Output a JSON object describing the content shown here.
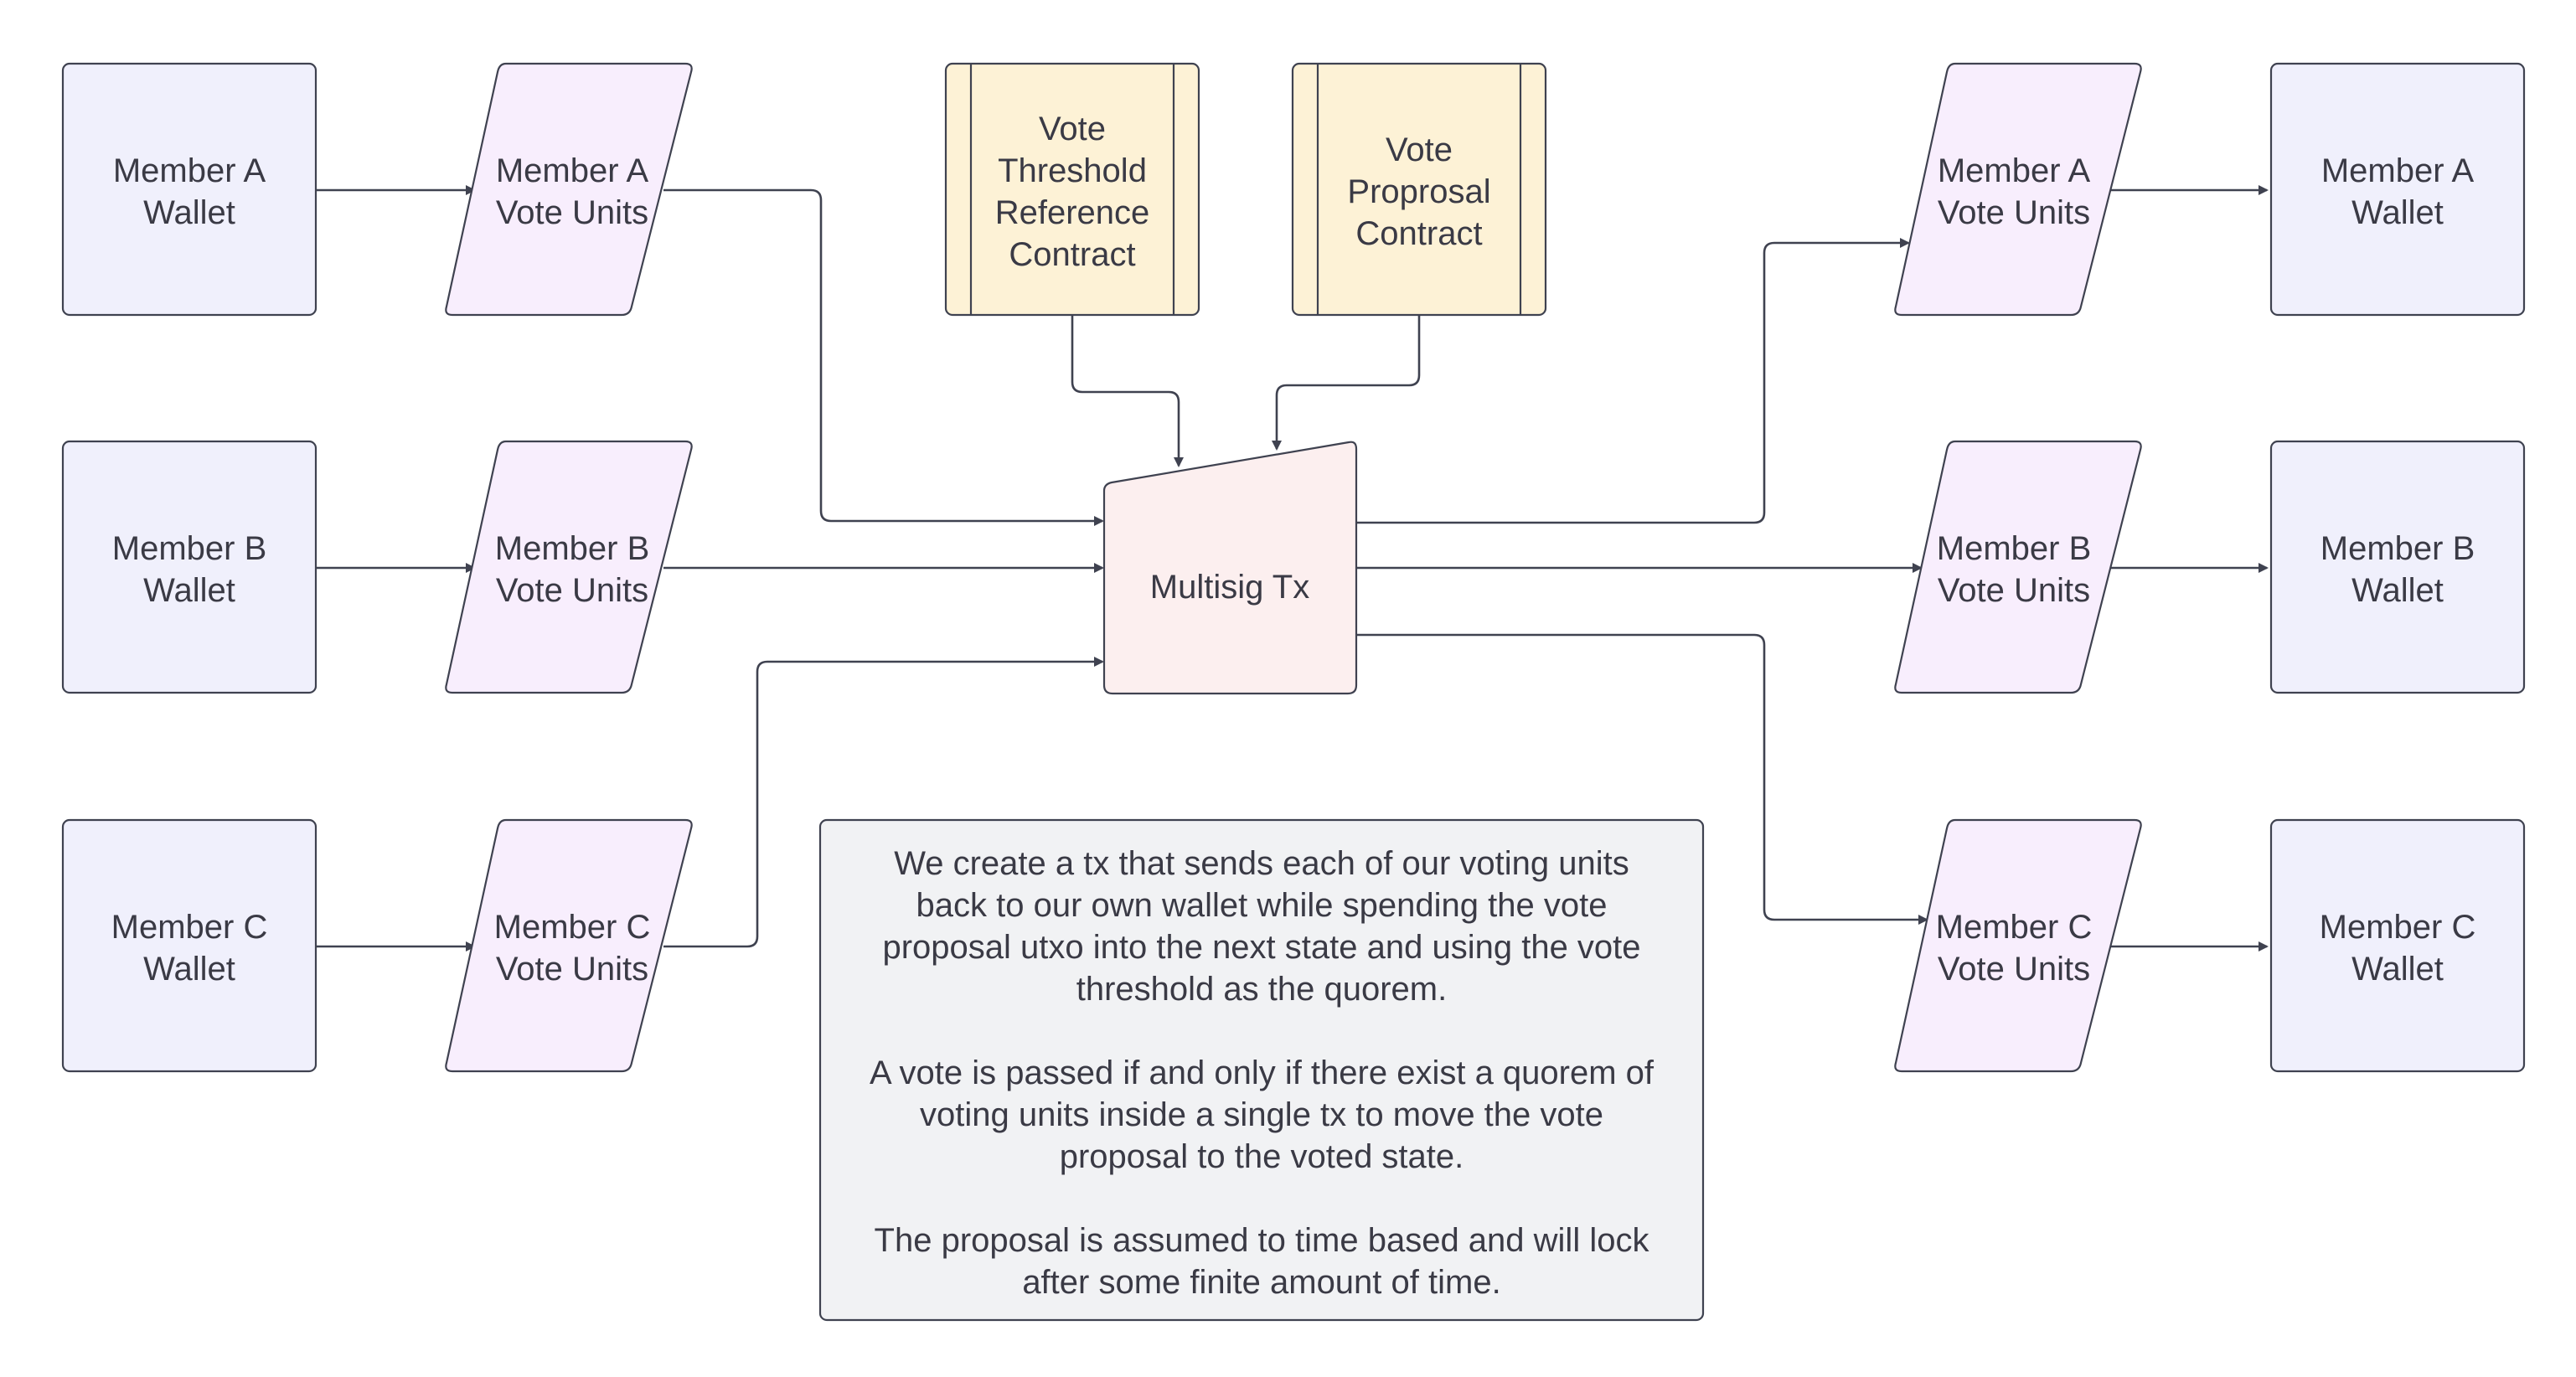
{
  "nodes": {
    "left_wallet_a": [
      "Member A",
      "Wallet"
    ],
    "left_wallet_b": [
      "Member B",
      "Wallet"
    ],
    "left_wallet_c": [
      "Member C",
      "Wallet"
    ],
    "left_units_a": [
      "Member A",
      "Vote Units"
    ],
    "left_units_b": [
      "Member B",
      "Vote Units"
    ],
    "left_units_c": [
      "Member C",
      "Vote Units"
    ],
    "threshold_contract": [
      "Vote",
      "Threshold",
      "Reference",
      "Contract"
    ],
    "proposal_contract": [
      "Vote",
      "Proprosal",
      "Contract"
    ],
    "multisig_tx": [
      "Multisig Tx"
    ],
    "right_units_a": [
      "Member A",
      "Vote Units"
    ],
    "right_units_b": [
      "Member B",
      "Vote Units"
    ],
    "right_units_c": [
      "Member C",
      "Vote Units"
    ],
    "right_wallet_a": [
      "Member A",
      "Wallet"
    ],
    "right_wallet_b": [
      "Member B",
      "Wallet"
    ],
    "right_wallet_c": [
      "Member C",
      "Wallet"
    ]
  },
  "note": {
    "paragraphs": [
      [
        "We create a tx that sends each of our voting units",
        "back to our own wallet while spending the vote",
        "proposal utxo into the next state and using the vote",
        "threshold as the quorem."
      ],
      [
        "A vote is passed if and only if there exist a quorem of",
        "voting units inside a single tx to move the vote",
        "proposal to the voted state."
      ],
      [
        "The proposal is assumed to time based and will lock",
        "after some finite amount of time."
      ]
    ]
  },
  "edges": [
    {
      "from": "left_wallet_a",
      "to": "left_units_a"
    },
    {
      "from": "left_wallet_b",
      "to": "left_units_b"
    },
    {
      "from": "left_wallet_c",
      "to": "left_units_c"
    },
    {
      "from": "left_units_a",
      "to": "multisig_tx"
    },
    {
      "from": "left_units_b",
      "to": "multisig_tx"
    },
    {
      "from": "left_units_c",
      "to": "multisig_tx"
    },
    {
      "from": "threshold_contract",
      "to": "multisig_tx"
    },
    {
      "from": "proposal_contract",
      "to": "multisig_tx"
    },
    {
      "from": "multisig_tx",
      "to": "right_units_a"
    },
    {
      "from": "multisig_tx",
      "to": "right_units_b"
    },
    {
      "from": "multisig_tx",
      "to": "right_units_c"
    },
    {
      "from": "right_units_a",
      "to": "right_wallet_a"
    },
    {
      "from": "right_units_b",
      "to": "right_wallet_b"
    },
    {
      "from": "right_units_c",
      "to": "right_wallet_c"
    }
  ],
  "colors": {
    "wallet_fill": "#f0f0fc",
    "vote_units_fill": "#f8eefd",
    "contract_fill": "#fdf2d6",
    "tx_fill": "#fcefef",
    "note_fill": "#f1f2f4",
    "stroke": "#3f4250",
    "text": "#3a3a45"
  }
}
